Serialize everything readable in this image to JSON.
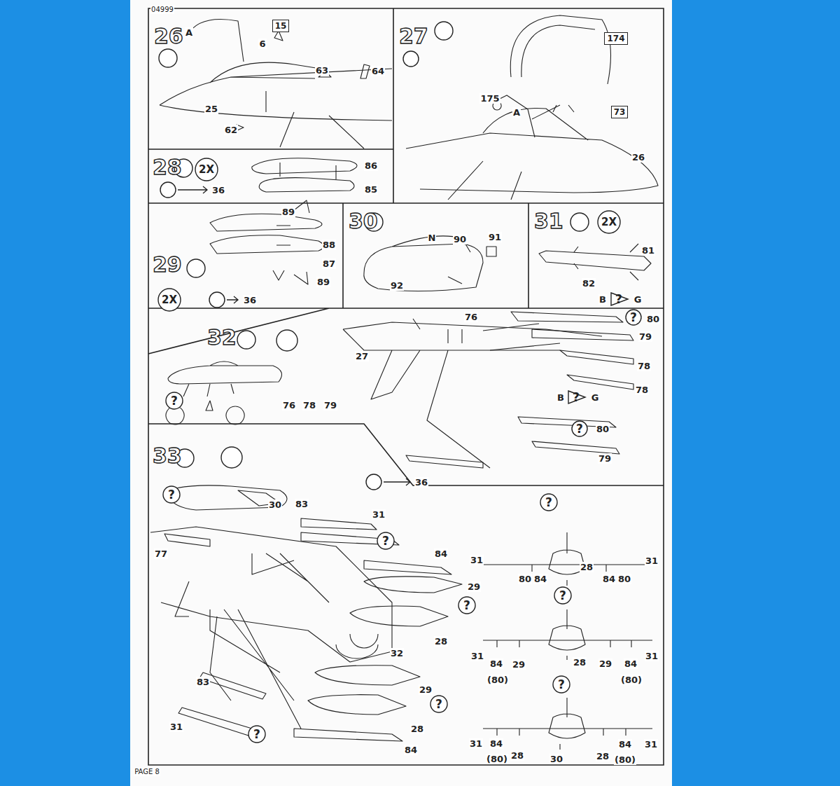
{
  "diagram": {
    "nodes": [
      {
        "text": [
          "26"
        ]
      },
      {
        "text": [
          "15"
        ],
        "in": 0
      },
      {
        "text": [
          "27"
        ]
      },
      {
        "text": [
          "174"
        ],
        "in": 2
      },
      {
        "text": [
          "73"
        ],
        "in": 2
      },
      {
        "text": [
          "28"
        ]
      },
      {
        "text": [
          "29"
        ]
      },
      {
        "text": [
          "30"
        ]
      },
      {
        "text": [
          "31"
        ]
      },
      {
        "text": [
          "32"
        ]
      },
      {
        "text": [
          "33"
        ]
      }
    ],
    "labels": [
      "04999",
      "PAGE 8",
      "A",
      "6",
      "63",
      "64",
      "25",
      "62",
      "175",
      "A",
      "26",
      "2X",
      "86",
      "85",
      "36",
      "89",
      "88",
      "87",
      "89",
      "2X",
      "36",
      "N",
      "90",
      "91",
      "92",
      "2X",
      "81",
      "82",
      "?",
      "76",
      "78",
      "79",
      "76",
      "27",
      "B",
      "?",
      "G",
      "?",
      "80",
      "79",
      "78",
      "78",
      "B",
      "?",
      "G",
      "?",
      "80",
      "79",
      "36",
      "?",
      "30",
      "83",
      "31",
      "?",
      "77",
      "84",
      "29",
      "?",
      "32",
      "28",
      "29",
      "?",
      "28",
      "83",
      "31",
      "?",
      "84",
      "?",
      "31",
      "31",
      "80",
      "84",
      "28",
      "84",
      "80",
      "?",
      "31",
      "84",
      "(80)",
      "29",
      "28",
      "29",
      "84",
      "(80)",
      "31",
      "?",
      "31",
      "84",
      "(80)",
      "28",
      "30",
      "28",
      "84",
      "(80)",
      "31"
    ]
  }
}
